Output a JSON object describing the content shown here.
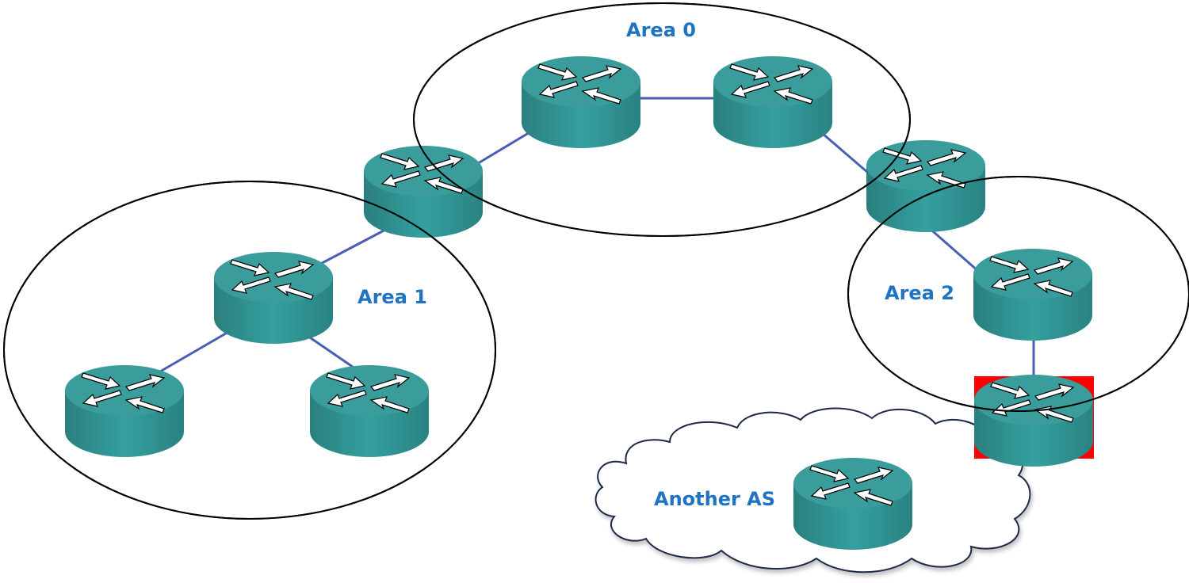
{
  "diagram": {
    "type": "OSPF multi-area network topology",
    "colors": {
      "router_body": "#2e8f8e",
      "router_top": "#3fa3a2",
      "link": "#4a5fb3",
      "area_outline": "#000000",
      "label": "#1f73c3",
      "asbr_highlight": "#ff0000",
      "cloud_outline": "#1c2a4a"
    },
    "areas": [
      {
        "id": "area0",
        "label": "Area 0"
      },
      {
        "id": "area1",
        "label": "Area 1"
      },
      {
        "id": "area2",
        "label": "Area 2"
      }
    ],
    "external": {
      "id": "another-as",
      "label": "Another AS"
    },
    "routers": [
      {
        "id": "r-area0-left",
        "role": "backbone router",
        "area": "Area 0"
      },
      {
        "id": "r-area0-right",
        "role": "backbone router",
        "area": "Area 0"
      },
      {
        "id": "r-abr-1",
        "role": "ABR",
        "area": "Area 0 / Area 1"
      },
      {
        "id": "r-abr-2",
        "role": "ABR",
        "area": "Area 0 / Area 2"
      },
      {
        "id": "r-area1-center",
        "role": "internal router",
        "area": "Area 1"
      },
      {
        "id": "r-area1-left",
        "role": "internal router",
        "area": "Area 1"
      },
      {
        "id": "r-area1-right",
        "role": "internal router",
        "area": "Area 1"
      },
      {
        "id": "r-area2-internal",
        "role": "internal router",
        "area": "Area 2"
      },
      {
        "id": "r-asbr",
        "role": "ASBR",
        "area": "Area 2",
        "highlighted": true
      },
      {
        "id": "r-external",
        "role": "external router",
        "area": "Another AS"
      }
    ],
    "links": [
      [
        "r-area0-left",
        "r-area0-right"
      ],
      [
        "r-abr-1",
        "r-area0-left"
      ],
      [
        "r-area0-right",
        "r-abr-2"
      ],
      [
        "r-abr-1",
        "r-area1-center"
      ],
      [
        "r-area1-center",
        "r-area1-left"
      ],
      [
        "r-area1-center",
        "r-area1-right"
      ],
      [
        "r-abr-2",
        "r-area2-internal"
      ],
      [
        "r-area2-internal",
        "r-asbr"
      ],
      [
        "r-asbr",
        "r-external"
      ]
    ]
  }
}
